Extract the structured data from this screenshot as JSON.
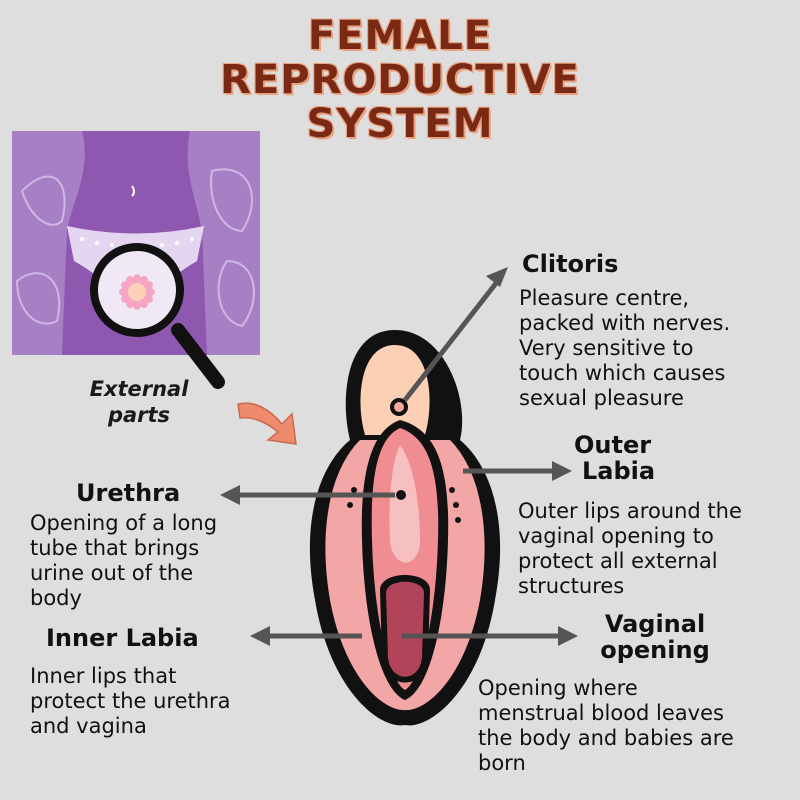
{
  "title": [
    "FEMALE",
    "REPRODUCTIVE",
    "SYSTEM"
  ],
  "inset_label": [
    "External",
    "parts"
  ],
  "parts": {
    "clitoris": {
      "label": [
        "Clitoris"
      ],
      "description": [
        "Pleasure centre,",
        "packed with nerves.",
        "Very sensitive to",
        "touch which causes",
        "sexual pleasure"
      ]
    },
    "outer_labia": {
      "label": [
        "Outer",
        "Labia"
      ],
      "description": [
        "Outer lips around the",
        "vaginal opening to",
        "protect all external",
        "structures"
      ]
    },
    "urethra": {
      "label": [
        "Urethra"
      ],
      "description": [
        "Opening of a long",
        "tube that brings",
        "urine out of the",
        "body"
      ]
    },
    "inner_labia": {
      "label": [
        "Inner Labia"
      ],
      "description": [
        "Inner lips that",
        "protect the urethra",
        "and vagina"
      ]
    },
    "vaginal_opening": {
      "label": [
        "Vaginal",
        "opening"
      ],
      "description": [
        "Opening where",
        "menstrual blood leaves",
        "the body and babies are",
        "born"
      ]
    }
  },
  "colors": {
    "background": "#dedede",
    "title": "#7a2a14",
    "title_outline": "#e9a380",
    "panel": "#a77fc5",
    "arrow": "#555555",
    "outer_labia": "#f2a6a6",
    "inner_labia": "#ef8d93",
    "vaginal_opening": "#b2445a",
    "clitoral_hood": "#fbd0b4"
  }
}
